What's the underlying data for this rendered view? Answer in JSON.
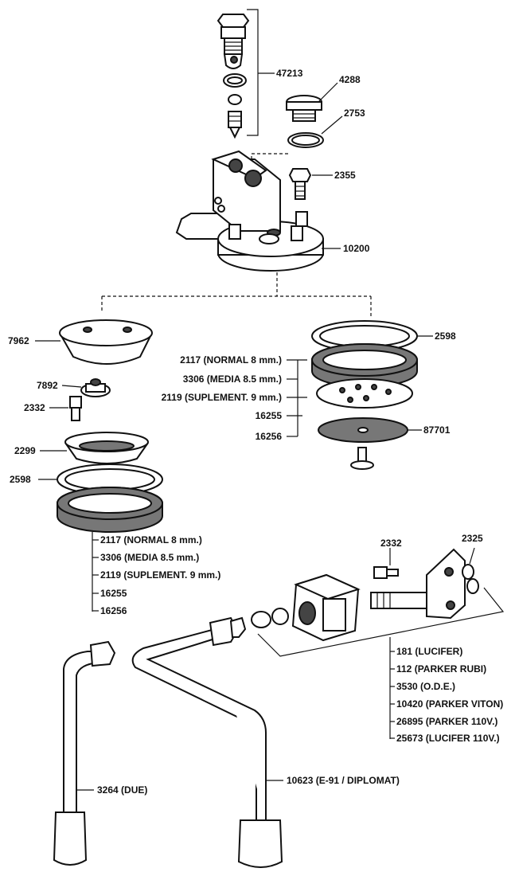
{
  "labels": {
    "p47213": "47213",
    "p4288": "4288",
    "p2753": "2753",
    "p2355": "2355",
    "p10200": "10200",
    "p7962": "7962",
    "p2598_right": "2598",
    "p2117_right": "2117 (NORMAL 8 mm.)",
    "p3306_right": "3306 (MEDIA 8.5 mm.)",
    "p2119_right": "2119 (SUPLEMENT. 9 mm.)",
    "p16255_right": "16255",
    "p16256_right": "16256",
    "p87701": "87701",
    "p7892": "7892",
    "p2332_left": "2332",
    "p2299": "2299",
    "p2598_left": "2598",
    "p2117_left": "2117 (NORMAL 8 mm.)",
    "p3306_left": "3306 (MEDIA 8.5 mm.)",
    "p2119_left": "2119 (SUPLEMENT. 9 mm.)",
    "p16255_left": "16255",
    "p16256_left": "16256",
    "p2332_right": "2332",
    "p2325": "2325",
    "p181": "181 (LUCIFER)",
    "p112": "112 (PARKER RUBI)",
    "p3530": "3530 (O.D.E.)",
    "p10420": "10420 (PARKER VITON)",
    "p26895": "26895 (PARKER 110V.)",
    "p25673": "25673 (LUCIFER 110V.)",
    "p3264": "3264 (DUE)",
    "p10623": "10623 (E-91 / DIPLOMAT)"
  }
}
